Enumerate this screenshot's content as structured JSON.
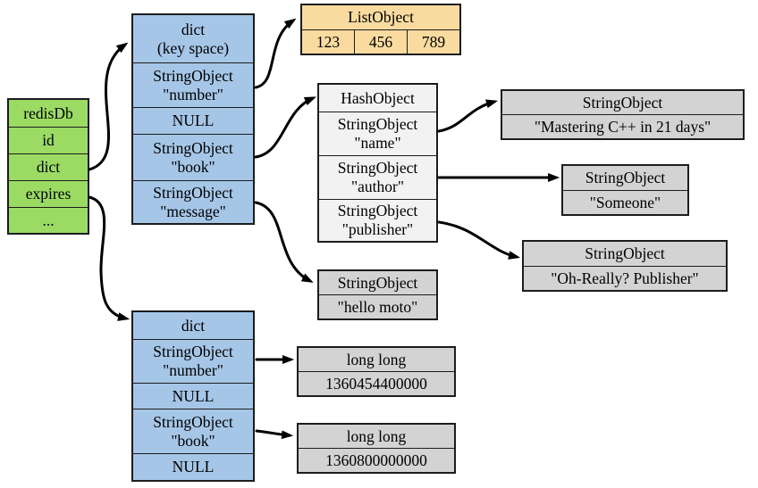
{
  "colors": {
    "green": "#9BDB64",
    "blue": "#A6C6E7",
    "tan": "#F9DBA0",
    "gray": "#D3D3D3",
    "light": "#F2F2F2",
    "border": "#1C1C1C",
    "arrow": "#000000"
  },
  "boxes": {
    "redis_db": {
      "rows": [
        "redisDb",
        "id",
        "dict",
        "expires",
        "..."
      ]
    },
    "dict_keyspace": {
      "rows": [
        "dict\n(key space)",
        "StringObject\n\"number\"",
        "NULL",
        "StringObject\n\"book\"",
        "StringObject\n\"message\""
      ]
    },
    "list_object": {
      "header": "ListObject",
      "cells": [
        "123",
        "456",
        "789"
      ]
    },
    "hash_object": {
      "rows": [
        "HashObject",
        "StringObject\n\"name\"",
        "StringObject\n\"author\"",
        "StringObject\n\"publisher\""
      ]
    },
    "str_mastering": {
      "rows": [
        "StringObject",
        "\"Mastering C++ in 21 days\""
      ]
    },
    "str_someone": {
      "rows": [
        "StringObject",
        "\"Someone\""
      ]
    },
    "str_ohreally": {
      "rows": [
        "StringObject",
        "\"Oh-Really? Publisher\""
      ]
    },
    "str_hellomoto": {
      "rows": [
        "StringObject",
        "\"hello moto\""
      ]
    },
    "dict_expires": {
      "rows": [
        "dict",
        "StringObject\n\"number\"",
        "NULL",
        "StringObject\n\"book\"",
        "NULL"
      ]
    },
    "long_number": {
      "rows": [
        "long long",
        "1360454400000"
      ]
    },
    "long_book": {
      "rows": [
        "long long",
        "1360800000000"
      ]
    }
  }
}
